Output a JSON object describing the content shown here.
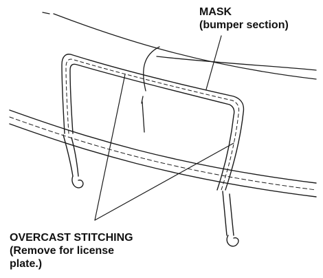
{
  "labels": {
    "mask": {
      "line1": "MASK",
      "line2": "(bumper section)"
    },
    "overcast": {
      "line1": "OVERCAST STITCHING",
      "line2": "(Remove for license",
      "line3": "plate.)"
    }
  },
  "colors": {
    "stroke": "#1a1a1a",
    "background": "#ffffff"
  }
}
